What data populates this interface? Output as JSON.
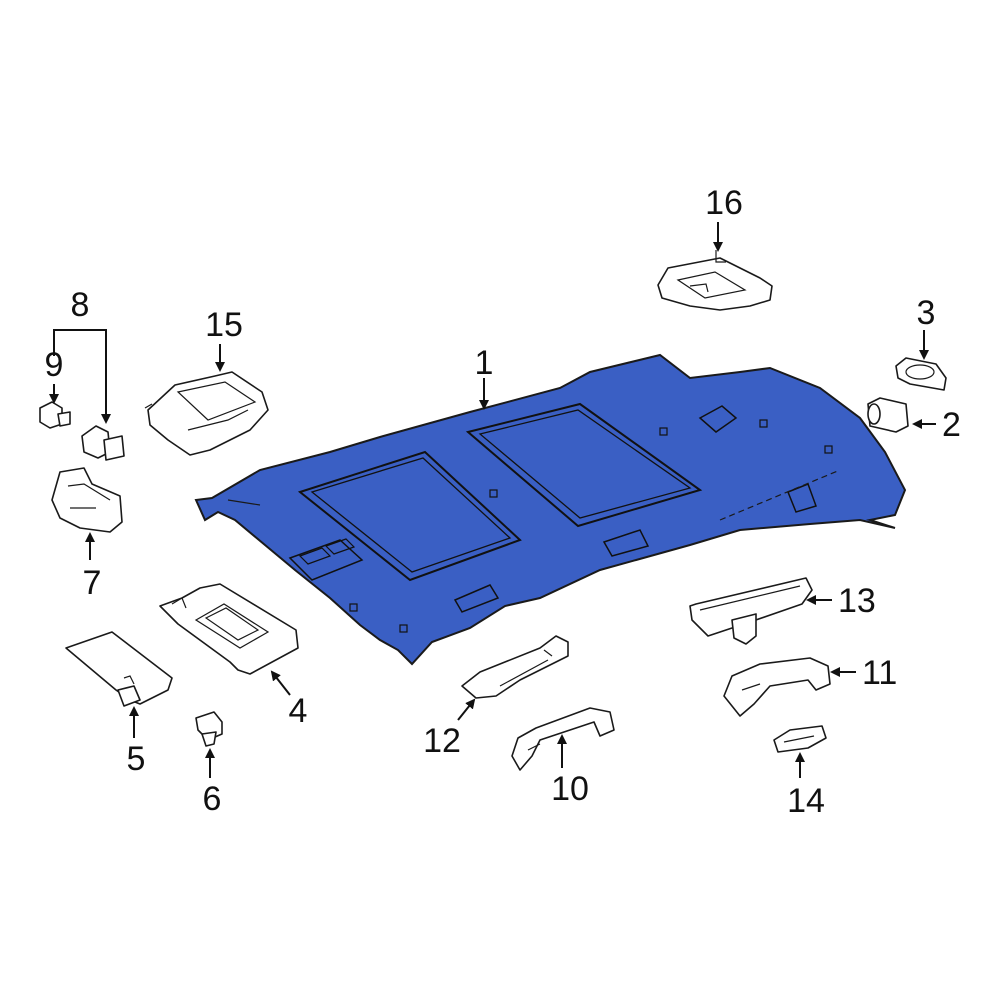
{
  "diagram": {
    "highlight_color": "#3a5fc4",
    "outline_color": "#1a1a1a",
    "callouts": {
      "c1": "1",
      "c2": "2",
      "c3": "3",
      "c4": "4",
      "c5": "5",
      "c6": "6",
      "c7": "7",
      "c8": "8",
      "c9": "9",
      "c10": "10",
      "c11": "11",
      "c12": "12",
      "c13": "13",
      "c14": "14",
      "c15": "15",
      "c16": "16"
    }
  }
}
